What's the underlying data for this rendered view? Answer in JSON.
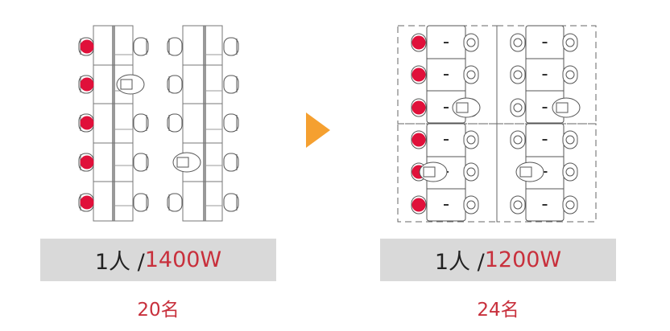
{
  "colors": {
    "red": "#e0103a",
    "text_red": "#c8303c",
    "arrow": "#f5a030",
    "box": "#d9d9d9",
    "line": "#555555"
  },
  "before": {
    "per_person_prefix": "1人 /",
    "wattage": "1400W",
    "headcount": "20名"
  },
  "after": {
    "per_person_prefix": "1人 /",
    "wattage": "1200W",
    "headcount": "24名"
  },
  "arrow_icon": "triangle-right-icon"
}
